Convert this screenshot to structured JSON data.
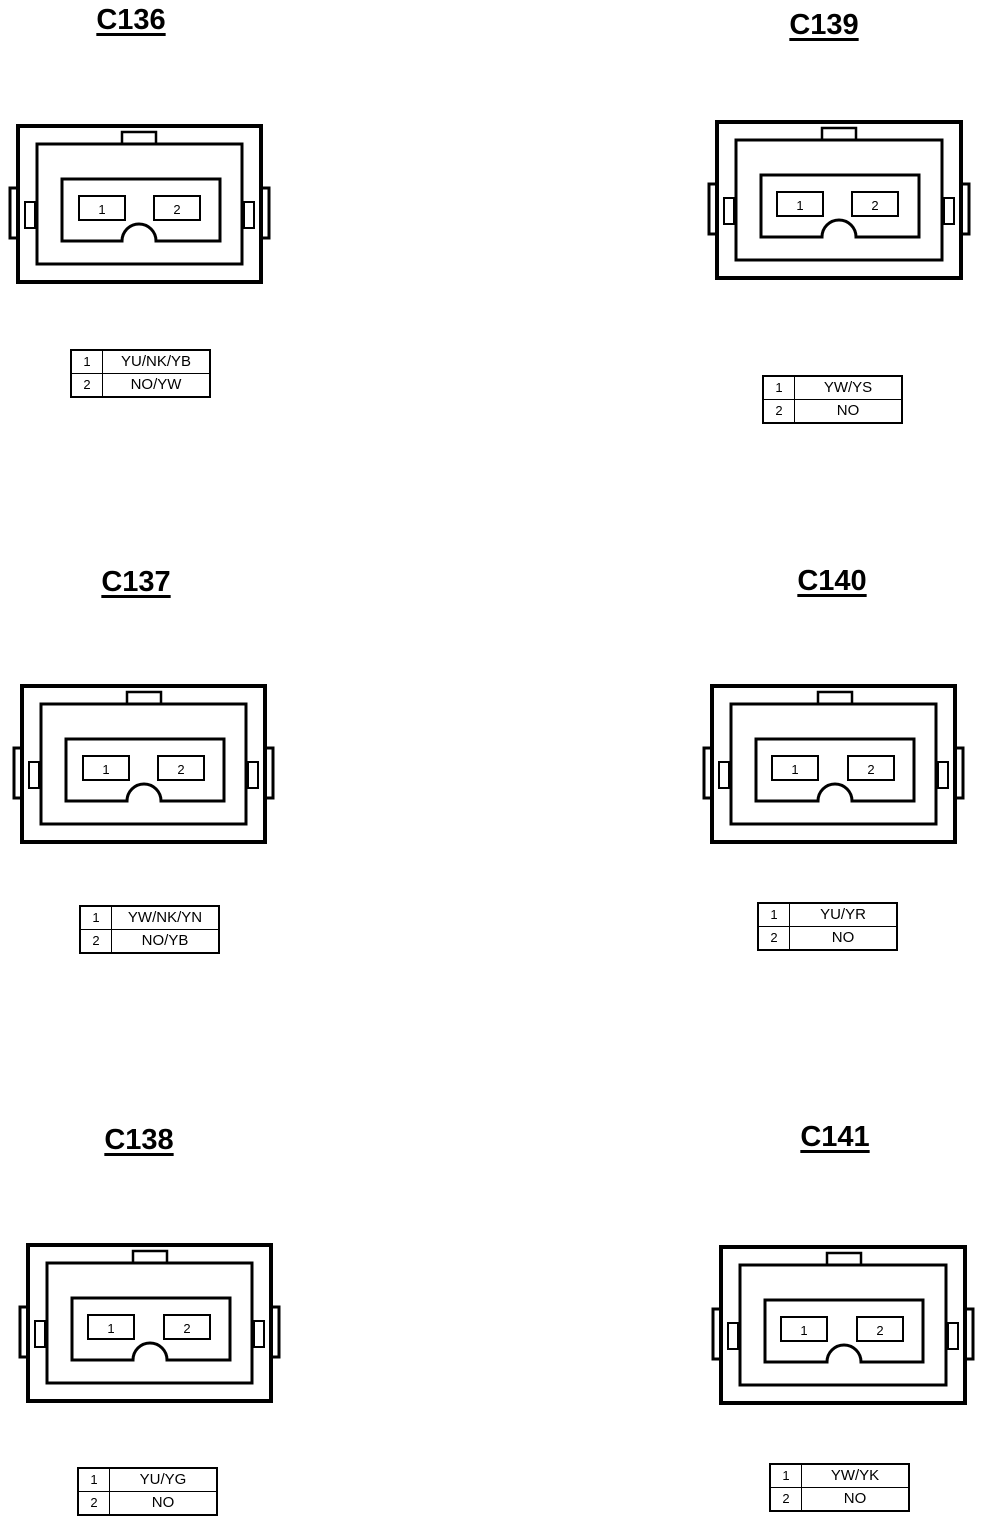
{
  "connectors": [
    {
      "id": "C136",
      "pins": [
        {
          "number": "1",
          "wire": "YU/NK/YB"
        },
        {
          "number": "2",
          "wire": "NO/YW"
        }
      ]
    },
    {
      "id": "C139",
      "pins": [
        {
          "number": "1",
          "wire": "YW/YS"
        },
        {
          "number": "2",
          "wire": "NO"
        }
      ]
    },
    {
      "id": "C137",
      "pins": [
        {
          "number": "1",
          "wire": "YW/NK/YN"
        },
        {
          "number": "2",
          "wire": "NO/YB"
        }
      ]
    },
    {
      "id": "C140",
      "pins": [
        {
          "number": "1",
          "wire": "YU/YR"
        },
        {
          "number": "2",
          "wire": "NO"
        }
      ]
    },
    {
      "id": "C138",
      "pins": [
        {
          "number": "1",
          "wire": "YU/YG"
        },
        {
          "number": "2",
          "wire": "NO"
        }
      ]
    },
    {
      "id": "C141",
      "pins": [
        {
          "number": "1",
          "wire": "YW/YK"
        },
        {
          "number": "2",
          "wire": "NO"
        }
      ]
    }
  ]
}
